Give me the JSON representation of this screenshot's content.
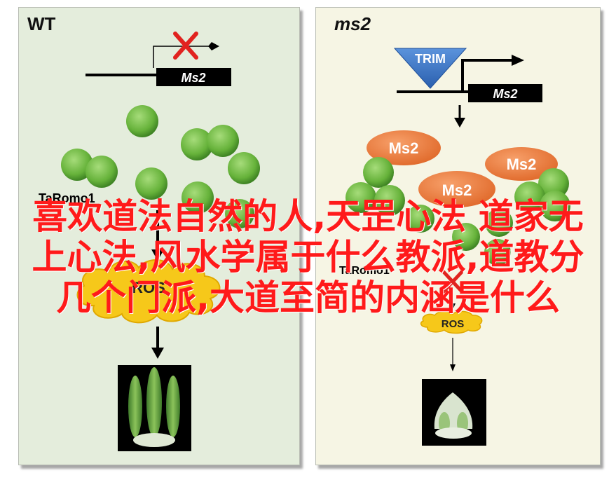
{
  "panels": {
    "wt": {
      "title": "WT",
      "gene_label": "Ms2",
      "protein_label": "TaRomo1",
      "ros_label": "ROS"
    },
    "ms2": {
      "title": "ms2",
      "insert_label": "TRIM",
      "gene_label": "Ms2",
      "protein_label": "Ms2",
      "target_label": "TaRomo1",
      "ros_label": "ROS"
    }
  },
  "overlay": {
    "lines": [
      "喜欢道法自然的人,天罡心法 道家无",
      "上心法,风水学属于什么教派,道教分",
      "几个门派,大道至简的内涵是什么"
    ]
  },
  "colors": {
    "wt_panel": "#e4eddc",
    "ms2_panel": "#f6f5e4",
    "green_ball": "#6fb83f",
    "orange_protein": "#ef7a38",
    "trim_blue": "#3d78c8",
    "ros_yellow": "#f6c81a",
    "block_red": "#e1231f",
    "overlay_red": "#ff1a1a"
  },
  "icons": [
    "cross-mark-icon",
    "arrow-icon",
    "anther-photo-icon"
  ]
}
